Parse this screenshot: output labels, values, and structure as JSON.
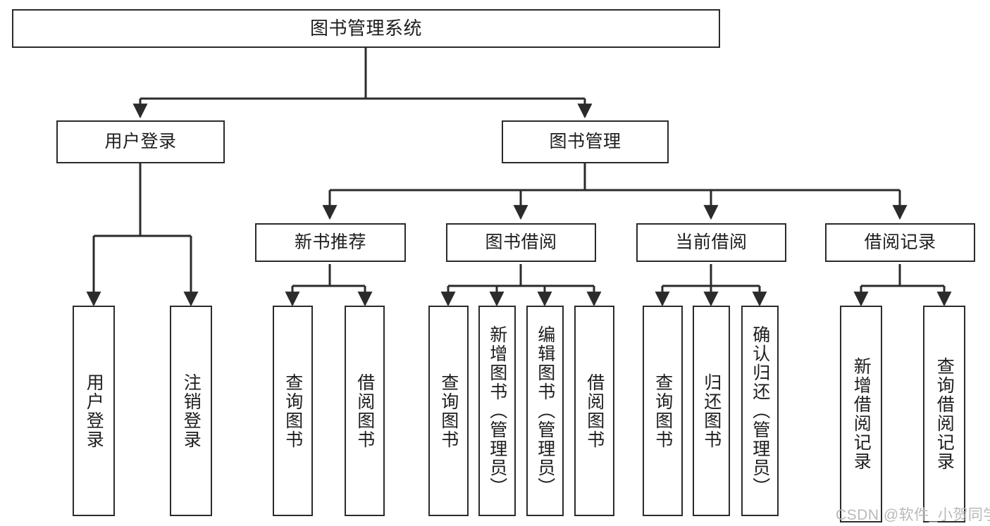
{
  "diagram": {
    "title": "图书管理系统",
    "type": "tree-hierarchy",
    "watermark": "CSDN @软件_小贺同学",
    "colors": {
      "background": "#ffffff",
      "node_border": "#2b2b2b",
      "node_fill": "#ffffff",
      "edge": "#2b2b2b",
      "text": "#1d1d1d",
      "watermark": "#b9b9b9"
    },
    "nodes": {
      "root": {
        "label": "图书管理系统"
      },
      "level2": [
        {
          "id": "user-login",
          "label": "用户登录"
        },
        {
          "id": "book-manage",
          "label": "图书管理"
        }
      ],
      "level3": [
        {
          "id": "new-book-recommend",
          "label": "新书推荐"
        },
        {
          "id": "book-borrow",
          "label": "图书借阅"
        },
        {
          "id": "current-borrow",
          "label": "当前借阅"
        },
        {
          "id": "borrow-record",
          "label": "借阅记录"
        }
      ],
      "leaves": [
        {
          "id": "leaf-user-login",
          "label": "用户登录",
          "parent": "user-login"
        },
        {
          "id": "leaf-logout-login",
          "label": "注销登录",
          "parent": "user-login"
        },
        {
          "id": "leaf-query-book-1",
          "label": "查询图书",
          "parent": "new-book-recommend"
        },
        {
          "id": "leaf-borrow-book-1",
          "label": "借阅图书",
          "parent": "new-book-recommend"
        },
        {
          "id": "leaf-query-book-2",
          "label": "查询图书",
          "parent": "book-borrow"
        },
        {
          "id": "leaf-add-book",
          "label": "新增图书（管理员）",
          "parent": "book-borrow"
        },
        {
          "id": "leaf-edit-book",
          "label": "编辑图书（管理员）",
          "parent": "book-borrow"
        },
        {
          "id": "leaf-borrow-book-2",
          "label": "借阅图书",
          "parent": "book-borrow"
        },
        {
          "id": "leaf-query-book-3",
          "label": "查询图书",
          "parent": "current-borrow"
        },
        {
          "id": "leaf-return-book",
          "label": "归还图书",
          "parent": "current-borrow"
        },
        {
          "id": "leaf-confirm-return",
          "label": "确认归还（管理员）",
          "parent": "current-borrow"
        },
        {
          "id": "leaf-add-record",
          "label": "新增借阅记录",
          "parent": "borrow-record"
        },
        {
          "id": "leaf-query-record",
          "label": "查询借阅记录",
          "parent": "borrow-record"
        }
      ]
    }
  }
}
